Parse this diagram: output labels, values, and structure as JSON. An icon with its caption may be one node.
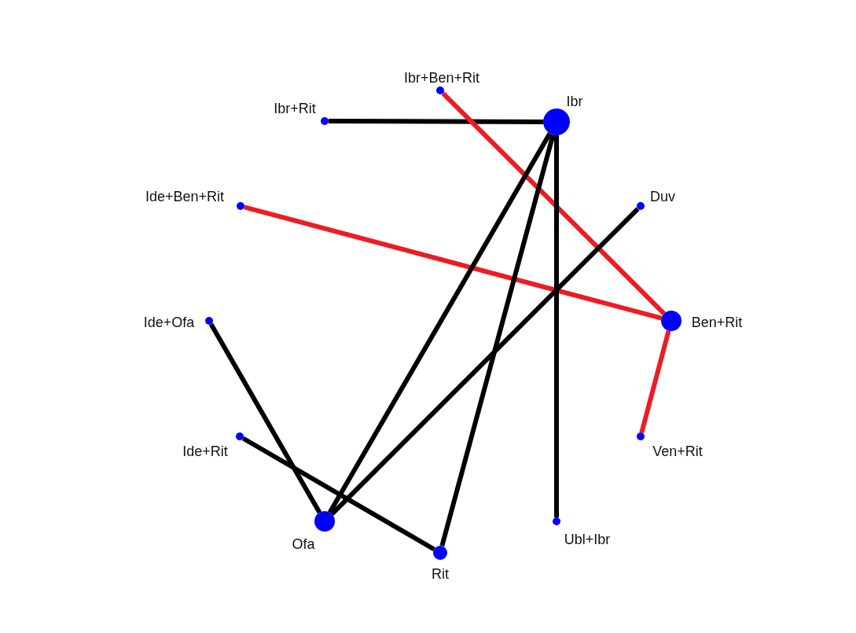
{
  "diagram": {
    "nodes": [
      {
        "text": [],
        "shape": "circle",
        "beside": [
          "Ibr+Ben+Rit"
        ]
      },
      {
        "text": [],
        "shape": "circle",
        "beside": [
          "Ibr+Rit"
        ]
      },
      {
        "text": [],
        "shape": "circle",
        "beside": [
          "Ibr"
        ]
      },
      {
        "text": [],
        "shape": "circle",
        "beside": [
          "Ide+Ben+Rit"
        ]
      },
      {
        "text": [],
        "shape": "circle",
        "beside": [
          "Duv"
        ]
      },
      {
        "text": [],
        "shape": "circle",
        "beside": [
          "Ide+Ofa"
        ]
      },
      {
        "text": [],
        "shape": "circle",
        "beside": [
          "Ben+Rit"
        ]
      },
      {
        "text": [],
        "shape": "circle",
        "beside": [
          "Ide+Rit"
        ]
      },
      {
        "text": [],
        "shape": "circle",
        "beside": [
          "Ven+Rit"
        ]
      },
      {
        "text": [],
        "shape": "circle",
        "beside": [
          "Ofa"
        ]
      },
      {
        "text": [],
        "shape": "circle",
        "beside": [
          "Ubl+Ibr"
        ]
      },
      {
        "text": [],
        "shape": "circle",
        "beside": [
          "Rit"
        ]
      }
    ],
    "edges": [
      {
        "from": 1,
        "to": 2,
        "arrow": "none"
      },
      {
        "from": 0,
        "to": 6,
        "arrow": "none",
        "color": "#ed1c24"
      },
      {
        "from": 3,
        "to": 6,
        "arrow": "none",
        "color": "#ed1c24"
      },
      {
        "from": 2,
        "to": 9,
        "arrow": "none"
      },
      {
        "from": 2,
        "to": 11,
        "arrow": "none"
      },
      {
        "from": 2,
        "to": 10,
        "arrow": "none"
      },
      {
        "from": 4,
        "to": 9,
        "arrow": "none"
      },
      {
        "from": 6,
        "to": 8,
        "arrow": "none",
        "color": "#ed1c24"
      },
      {
        "from": 5,
        "to": 9,
        "arrow": "none"
      },
      {
        "from": 7,
        "to": 11,
        "arrow": "none"
      }
    ]
  }
}
